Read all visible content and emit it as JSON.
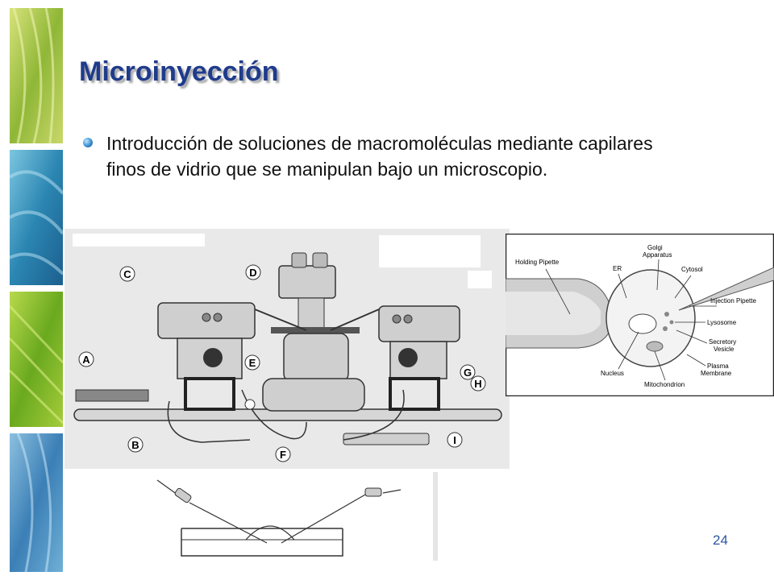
{
  "slide": {
    "title": "Microinyección",
    "bullet": "Introducción de soluciones de macromoléculas mediante capilares finos de vidrio que se manipulan bajo un microscopio.",
    "page_number": "24"
  },
  "rig_figure": {
    "labels": [
      "A",
      "B",
      "C",
      "D",
      "E",
      "F",
      "G",
      "H",
      "I"
    ]
  },
  "cell_figure": {
    "labels": {
      "holding_pipette": "Holding Pipette",
      "golgi_1": "Golgi",
      "golgi_2": "Apparatus",
      "er": "ER",
      "cytosol": "Cytosol",
      "injection_pipette": "Injection Pipette",
      "lysosome": "Lysosome",
      "secretory_1": "Secretory",
      "secretory_2": "Vesicle",
      "plasma_1": "Plasma",
      "plasma_2": "Membrane",
      "nucleus": "Nucleus",
      "mitochondrion": "Mitochondrion"
    }
  },
  "colors": {
    "title": "#1f3b8c",
    "page_number": "#2e55a0",
    "strip": [
      "#9fbe3a",
      "#2f8db6",
      "#7dba2a",
      "#3f86b8"
    ]
  }
}
